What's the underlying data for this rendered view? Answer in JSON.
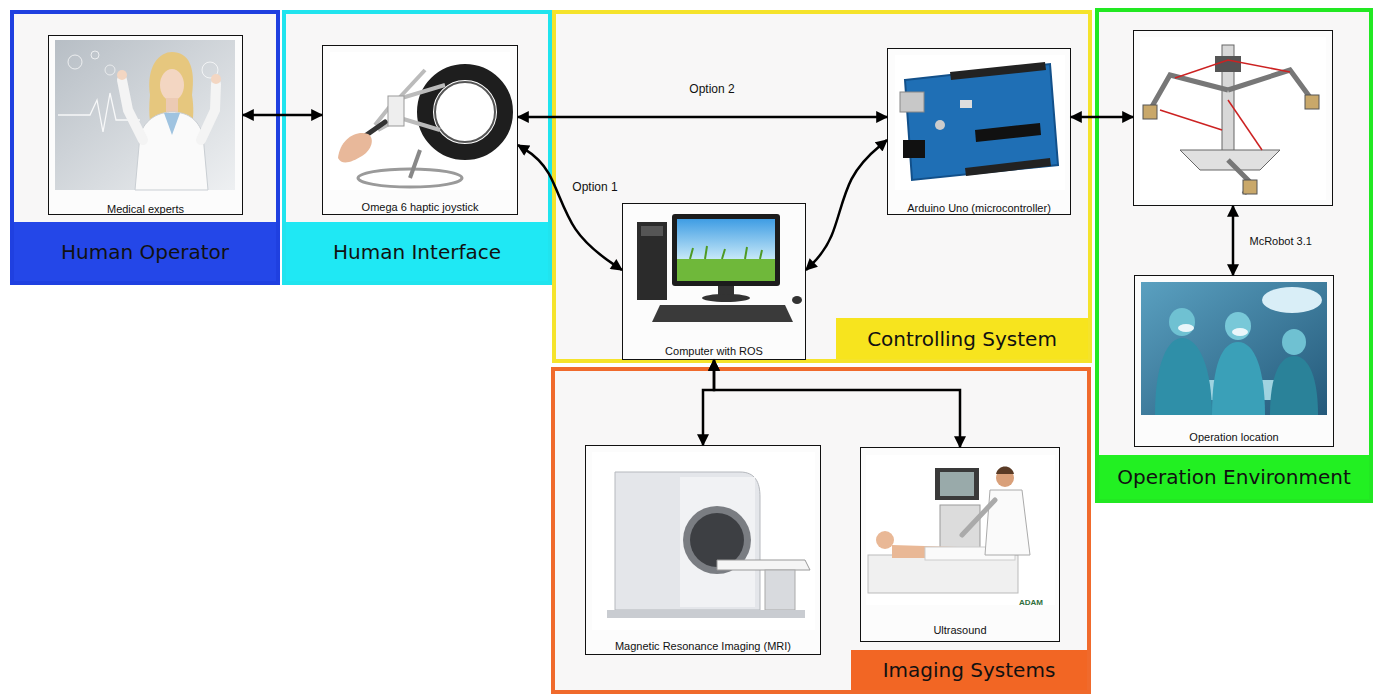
{
  "diagram": {
    "nodes": [
      {
        "text": [
          "Human Operator"
        ]
      },
      {
        "text": [
          "Medical experts"
        ],
        "in": 0
      },
      {
        "text": [
          "Human Interface"
        ]
      },
      {
        "text": [
          "Omega 6 haptic joystick"
        ],
        "in": 2
      },
      {
        "text": [
          "Controlling System"
        ]
      },
      {
        "text": [
          "Arduino Uno (microcontroller)"
        ],
        "in": 4
      },
      {
        "text": [
          "Computer with ROS"
        ],
        "in": 4
      },
      {
        "text": [
          "Operation Environment"
        ]
      },
      {
        "text": [
          "McRobot 3.1"
        ],
        "in": 7
      },
      {
        "text": [
          "Operation location"
        ],
        "in": 7
      },
      {
        "text": [
          "Imaging Systems"
        ]
      },
      {
        "text": [
          "Magnetic Resonance Imaging (MRI)"
        ],
        "in": 10
      },
      {
        "text": [
          "Ultrasound"
        ],
        "in": 10
      }
    ],
    "edges": [
      {
        "from": 1,
        "to": 3,
        "arrow": "both"
      },
      {
        "from": 3,
        "to": 5,
        "label": "Option 2",
        "arrow": "both"
      },
      {
        "from": 3,
        "to": 6,
        "label": "Option 1",
        "arrow": "both"
      },
      {
        "from": 5,
        "to": 6,
        "arrow": "both"
      },
      {
        "from": 5,
        "to": 8,
        "arrow": "both"
      },
      {
        "from": 8,
        "to": 9,
        "arrow": "both"
      },
      {
        "from": 6,
        "to": 11,
        "arrow": "both"
      },
      {
        "from": 6,
        "to": 12,
        "arrow": "both"
      }
    ],
    "labels": [
      "ADAM"
    ]
  }
}
